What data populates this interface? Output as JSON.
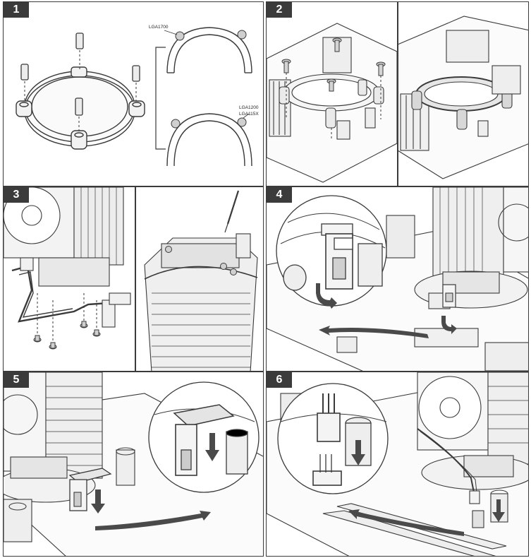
{
  "steps": [
    {
      "number": "1"
    },
    {
      "number": "2"
    },
    {
      "number": "3"
    },
    {
      "number": "4"
    },
    {
      "number": "5"
    },
    {
      "number": "6"
    }
  ],
  "socket_labels": {
    "lga1700": "LGA1700",
    "lga1200": "LGA1200",
    "lga115x": "LGA115X"
  },
  "colors": {
    "badge": "#3b3b3b",
    "line": "#3a3a3a",
    "arrow": "#4a4a4a",
    "fill": "#f2f2f2"
  },
  "icons": [
    "screw-icon",
    "arrow-icon",
    "screwdriver-icon",
    "fan-connector-icon"
  ]
}
